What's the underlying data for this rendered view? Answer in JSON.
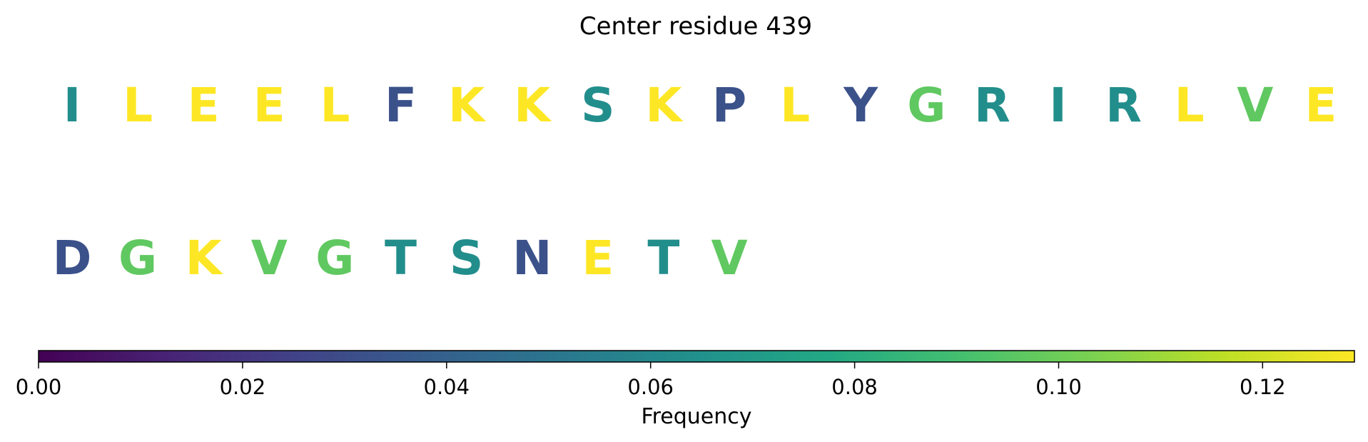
{
  "chart_data": {
    "type": "sequence-heatmap",
    "title": "Center residue 439",
    "colormap": "viridis",
    "rows": [
      {
        "residues": [
          {
            "letter": "I",
            "frequency": 0.063
          },
          {
            "letter": "L",
            "frequency": 0.129
          },
          {
            "letter": "E",
            "frequency": 0.129
          },
          {
            "letter": "E",
            "frequency": 0.129
          },
          {
            "letter": "L",
            "frequency": 0.129
          },
          {
            "letter": "F",
            "frequency": 0.032
          },
          {
            "letter": "K",
            "frequency": 0.129
          },
          {
            "letter": "K",
            "frequency": 0.129
          },
          {
            "letter": "S",
            "frequency": 0.063
          },
          {
            "letter": "K",
            "frequency": 0.129
          },
          {
            "letter": "P",
            "frequency": 0.032
          },
          {
            "letter": "L",
            "frequency": 0.129
          },
          {
            "letter": "Y",
            "frequency": 0.032
          },
          {
            "letter": "G",
            "frequency": 0.097
          },
          {
            "letter": "R",
            "frequency": 0.063
          },
          {
            "letter": "I",
            "frequency": 0.063
          },
          {
            "letter": "R",
            "frequency": 0.063
          },
          {
            "letter": "L",
            "frequency": 0.129
          },
          {
            "letter": "V",
            "frequency": 0.097
          },
          {
            "letter": "E",
            "frequency": 0.129
          }
        ]
      },
      {
        "residues": [
          {
            "letter": "D",
            "frequency": 0.032
          },
          {
            "letter": "G",
            "frequency": 0.097
          },
          {
            "letter": "K",
            "frequency": 0.129
          },
          {
            "letter": "V",
            "frequency": 0.097
          },
          {
            "letter": "G",
            "frequency": 0.097
          },
          {
            "letter": "T",
            "frequency": 0.063
          },
          {
            "letter": "S",
            "frequency": 0.063
          },
          {
            "letter": "N",
            "frequency": 0.032
          },
          {
            "letter": "E",
            "frequency": 0.129
          },
          {
            "letter": "T",
            "frequency": 0.063
          },
          {
            "letter": "V",
            "frequency": 0.097
          }
        ]
      }
    ],
    "colorbar": {
      "label": "Frequency",
      "range": [
        0,
        0.129
      ],
      "ticks": [
        0.0,
        0.02,
        0.04,
        0.06,
        0.08,
        0.1,
        0.12
      ],
      "tick_labels": [
        "0.00",
        "0.02",
        "0.04",
        "0.06",
        "0.08",
        "0.10",
        "0.12"
      ]
    }
  }
}
